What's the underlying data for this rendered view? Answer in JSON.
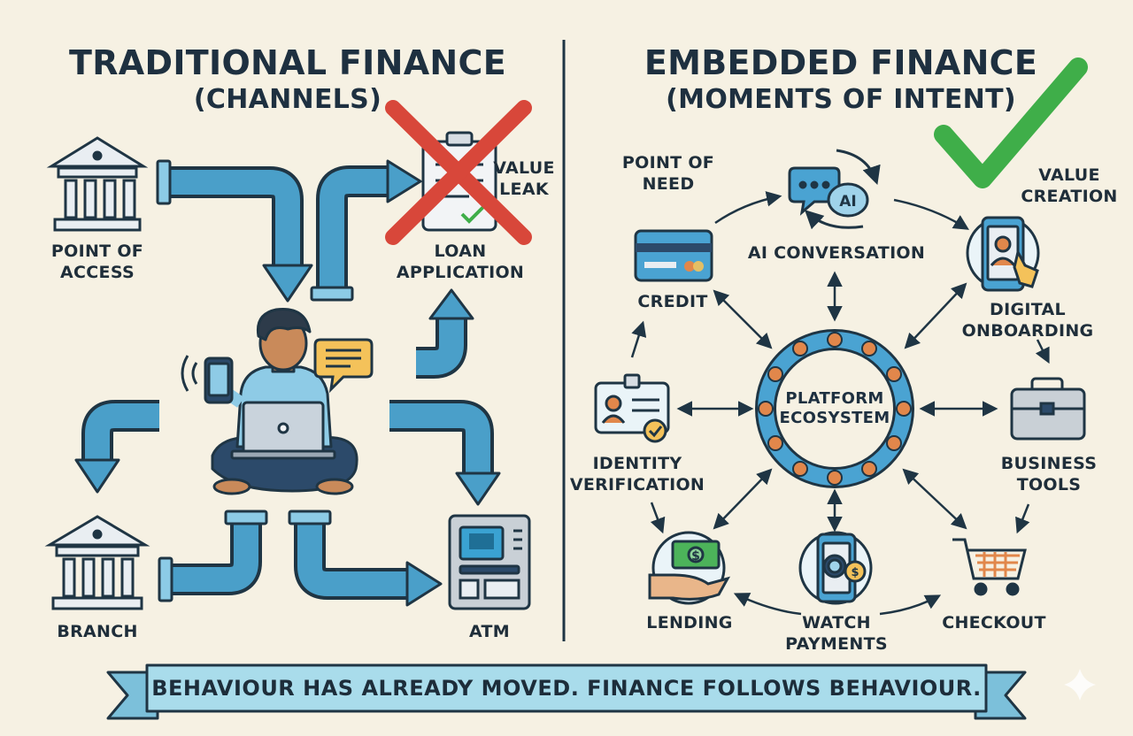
{
  "left": {
    "title": "TRADITIONAL FINANCE",
    "subtitle": "(CHANNELS)",
    "point_of_access": [
      "POINT OF",
      "ACCESS"
    ],
    "loan_application": [
      "LOAN",
      "APPLICATION"
    ],
    "value_leak": [
      "VALUE",
      "LEAK"
    ],
    "branch": "BRANCH",
    "atm": "ATM"
  },
  "right": {
    "title": "EMBEDDED FINANCE",
    "subtitle": "(MOMENTS OF INTENT)",
    "point_of_need": [
      "POINT OF",
      "NEED"
    ],
    "ai_conversation": "AI CONVERSATION",
    "ai_badge": "AI",
    "value_creation": [
      "VALUE",
      "CREATION"
    ],
    "credit": "CREDIT",
    "digital_onboarding": [
      "DIGITAL",
      "ONBOARDING"
    ],
    "platform": [
      "PLATFORM",
      "ECOSYSTEM"
    ],
    "identity_verification": [
      "IDENTITY",
      "VERIFICATION"
    ],
    "business_tools": [
      "BUSINESS",
      "TOOLS"
    ],
    "lending": "LENDING",
    "watch_payments": [
      "WATCH",
      "PAYMENTS"
    ],
    "checkout": "CHECKOUT",
    "coin_symbol": "$"
  },
  "banner": "BEHAVIOUR HAS ALREADY MOVED. FINANCE FOLLOWS BEHAVIOUR.",
  "colors": {
    "background": "#f6f1e3",
    "pipe": "#4a9fc9",
    "pipe_light": "#8ccbe6",
    "outline": "#1f3544",
    "cross": "#d8473a",
    "check": "#3fae49",
    "ring_dots": "#e1874b",
    "banner": "#a9dceb"
  }
}
